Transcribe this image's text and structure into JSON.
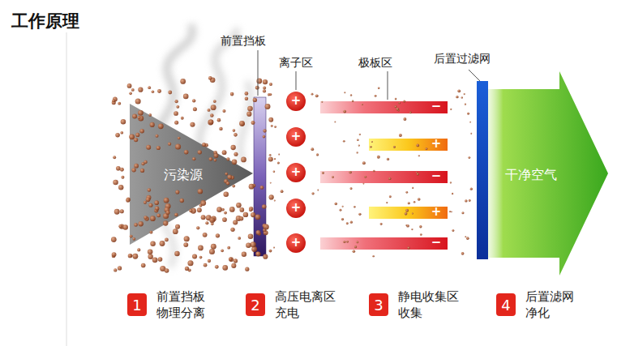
{
  "diagram": {
    "title": "工作原理",
    "nodes": [
      {
        "text": [
          "污染源"
        ]
      },
      {
        "text": [
          "干净空气"
        ]
      },
      {
        "text": [
          "1",
          "前置挡板 物理分离"
        ]
      },
      {
        "text": [
          "2",
          "高压电离区 充电"
        ]
      },
      {
        "text": [
          "3",
          "静电收集区 收集"
        ]
      },
      {
        "text": [
          "4",
          "后置滤网 净化"
        ]
      }
    ],
    "labels": [
      "前置挡板",
      "离子区",
      "极板区",
      "后置过滤网",
      "+",
      "+",
      "+",
      "+",
      "+",
      "−",
      "+",
      "−",
      "+",
      "−"
    ]
  }
}
